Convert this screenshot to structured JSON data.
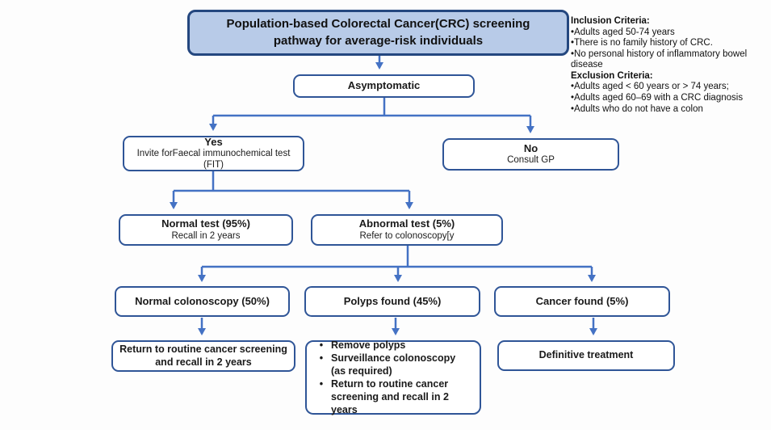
{
  "title": "Population-based Colorectal Cancer(CRC) screening pathway for average-risk individuals",
  "criteria": {
    "inclusion_heading": "Inclusion Criteria:",
    "inclusion_items": [
      "•Adults aged 50-74 years",
      "•There is no family history of CRC.",
      "•No personal history of inflammatory bowel disease"
    ],
    "exclusion_heading": "Exclusion Criteria:",
    "exclusion_items": [
      "•Adults aged < 60 years or > 74 years;",
      "•Adults aged 60–69 with a CRC diagnosis",
      "•Adults who do not have a colon"
    ]
  },
  "nodes": {
    "asymptomatic": {
      "title": "Asymptomatic"
    },
    "yes": {
      "title": "Yes",
      "subtitle": "Invite forFaecal immunochemical test (FIT)"
    },
    "no": {
      "title": "No",
      "subtitle": "Consult GP"
    },
    "normal_test": {
      "title": "Normal test (95%)",
      "subtitle": "Recall in 2 years"
    },
    "abnormal_test": {
      "title": "Abnormal test (5%)",
      "subtitle": "Refer to colonoscopy[y"
    },
    "normal_colonoscopy": {
      "title": "Normal colonoscopy (50%)"
    },
    "polyps_found": {
      "title": "Polyps found (45%)"
    },
    "cancer_found": {
      "title": "Cancer found (5%)"
    },
    "return_routine": {
      "title": "Return to routine cancer screening and recall in 2 years"
    },
    "polyps_outcome": {
      "bullet": "•",
      "items": [
        "Remove polyps",
        "Surveillance colonoscopy (as required)",
        "Return to routine cancer screening and recall in 2 years"
      ]
    },
    "definitive_treatment": {
      "title": "Definitive treatment"
    }
  },
  "colors": {
    "title_fill": "#b8cbe8",
    "title_border": "#24477f",
    "box_border": "#2f5597",
    "connector": "#4472c4"
  }
}
